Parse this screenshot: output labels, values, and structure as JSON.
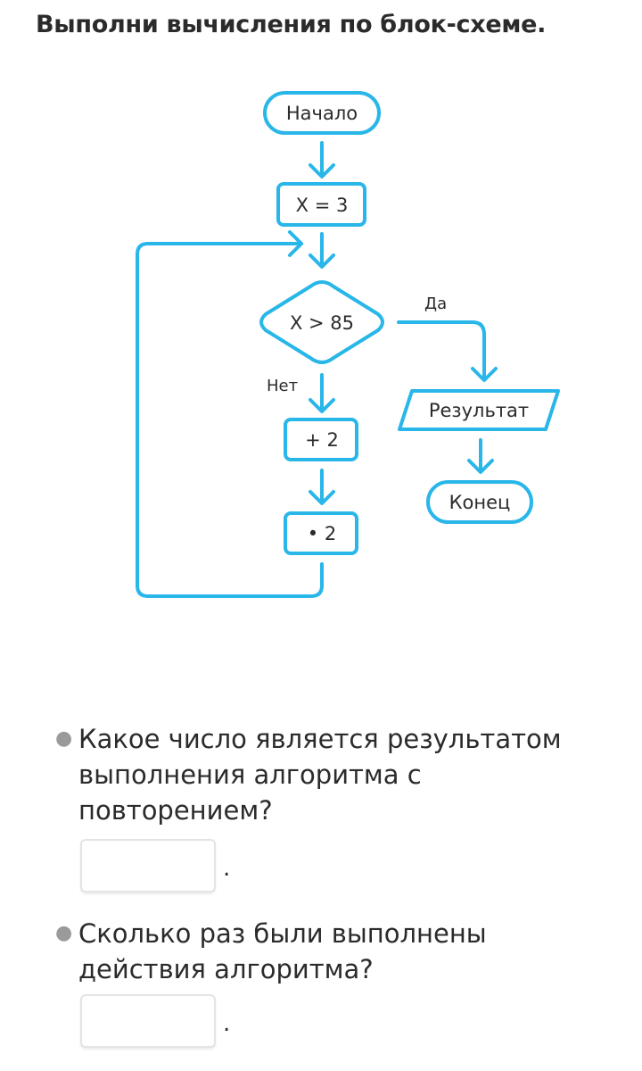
{
  "title": "Выполни вычисления по блок-схеме.",
  "colors": {
    "flow_stroke": "#29b6e8",
    "text": "#2b2b2b",
    "bullet": "#9a9a9a",
    "input_border": "#e4e4e4"
  },
  "flowchart": {
    "start": "Начало",
    "assign": "X = 3",
    "condition": "X > 85",
    "yes_label": "Да",
    "no_label": "Нет",
    "add": "+ 2",
    "multiply": "• 2",
    "result": "Результат",
    "end": "Конец"
  },
  "questions": [
    {
      "text": "Какое число является результатом выполнения алгоритма с повторением?",
      "answer_value": "",
      "suffix": "."
    },
    {
      "text": "Сколько раз были выполнены действия алгоритма?",
      "answer_value": "",
      "suffix": "."
    }
  ]
}
